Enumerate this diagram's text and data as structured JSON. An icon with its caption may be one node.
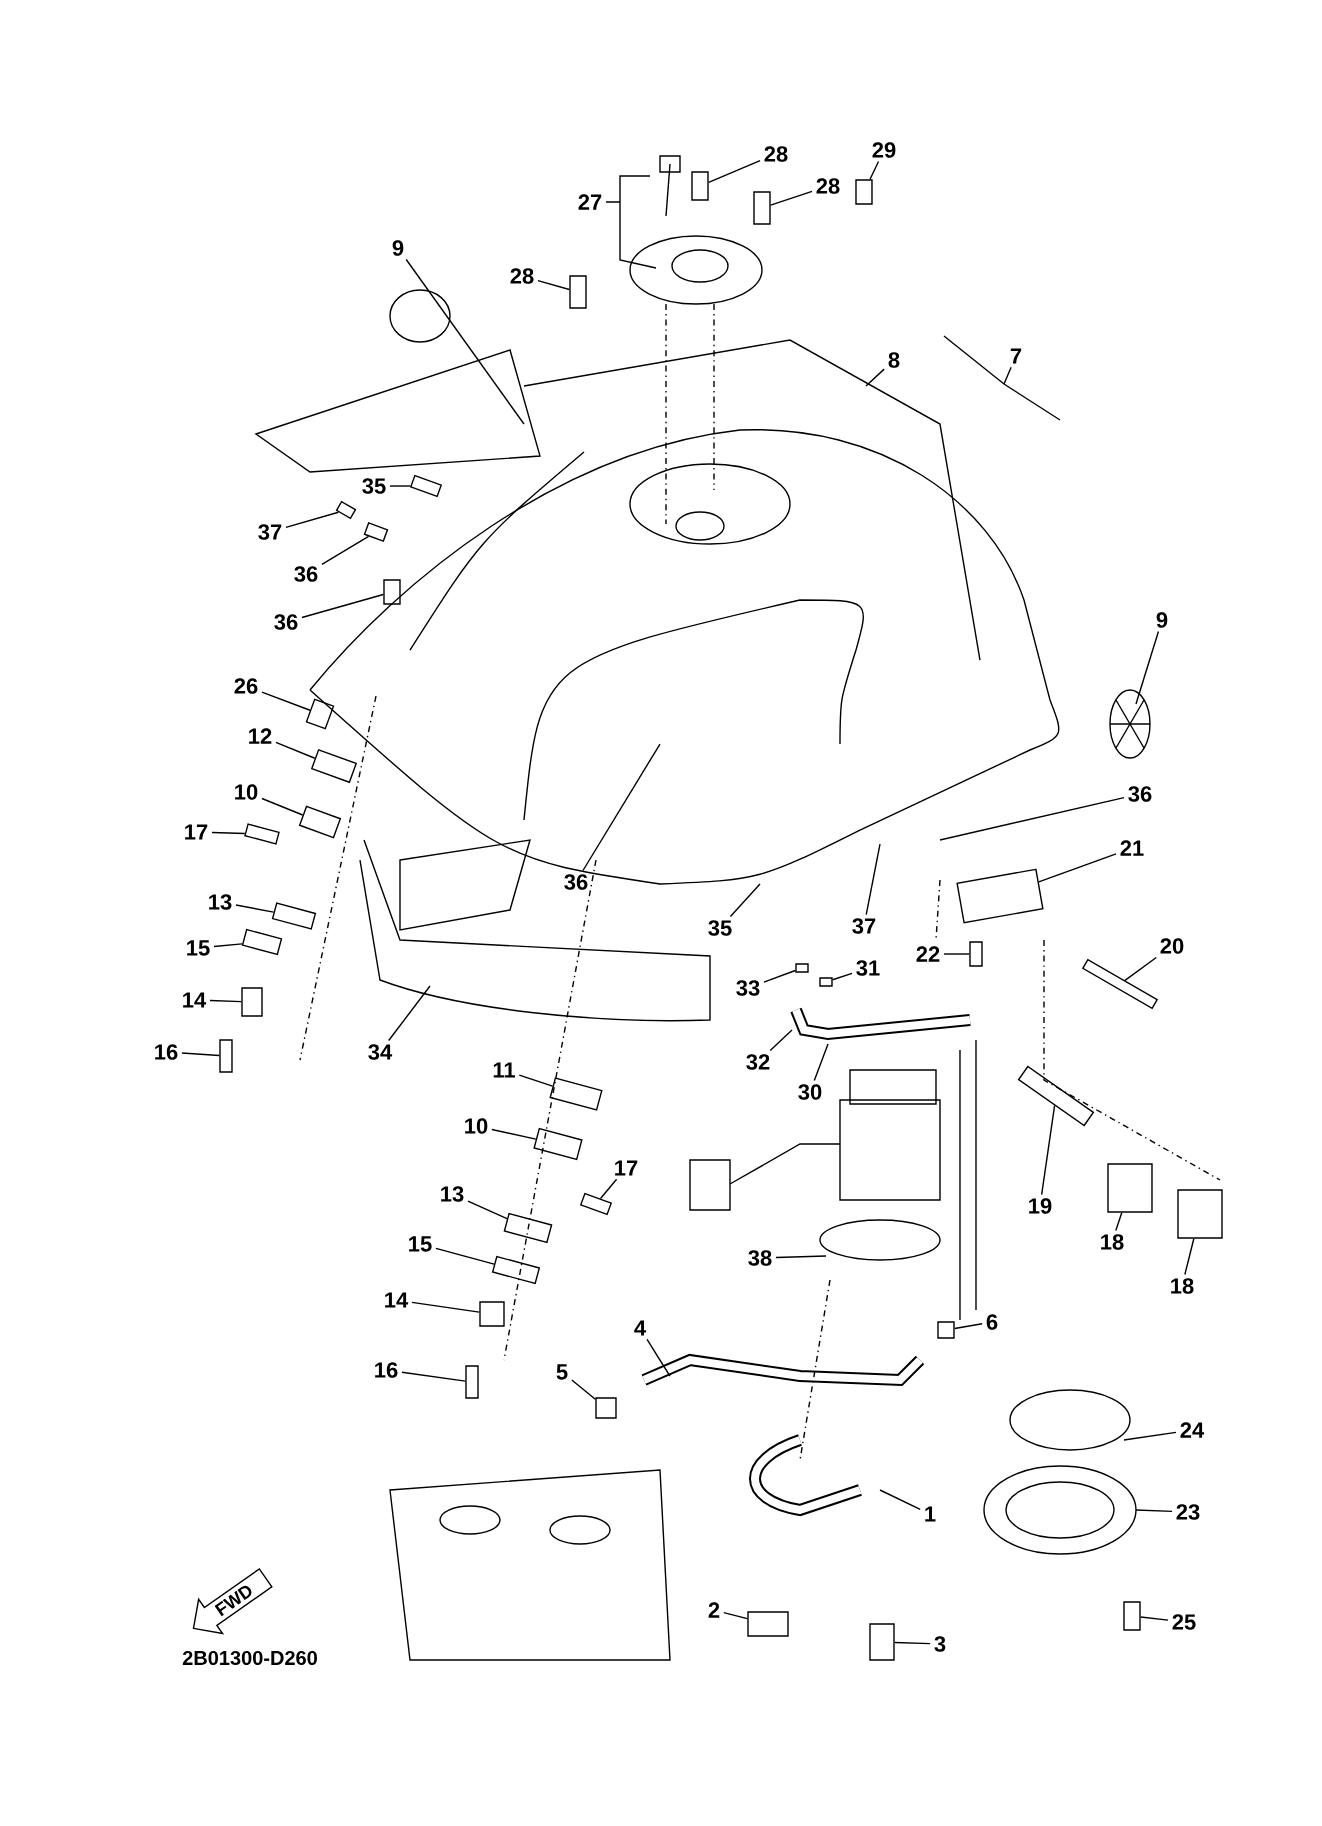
{
  "diagram": {
    "nodes": [
      {
        "text": [
          "9"
        ]
      },
      {
        "text": [
          "28"
        ]
      },
      {
        "text": [
          "29"
        ]
      },
      {
        "text": [
          "28"
        ]
      },
      {
        "text": [
          "27"
        ]
      },
      {
        "text": [
          "28"
        ]
      },
      {
        "text": [
          "8"
        ]
      },
      {
        "text": [
          "7"
        ]
      },
      {
        "text": [
          "35"
        ]
      },
      {
        "text": [
          "37"
        ]
      },
      {
        "text": [
          "36"
        ]
      },
      {
        "text": [
          "36"
        ]
      },
      {
        "text": [
          "9"
        ]
      },
      {
        "text": [
          "26"
        ]
      },
      {
        "text": [
          "12"
        ]
      },
      {
        "text": [
          "10"
        ]
      },
      {
        "text": [
          "17"
        ]
      },
      {
        "text": [
          "36"
        ]
      },
      {
        "text": [
          "21"
        ]
      },
      {
        "text": [
          "36"
        ]
      },
      {
        "text": [
          "35"
        ]
      },
      {
        "text": [
          "37"
        ]
      },
      {
        "text": [
          "13"
        ]
      },
      {
        "text": [
          "15"
        ]
      },
      {
        "text": [
          "22"
        ]
      },
      {
        "text": [
          "20"
        ]
      },
      {
        "text": [
          "14"
        ]
      },
      {
        "text": [
          "33"
        ]
      },
      {
        "text": [
          "31"
        ]
      },
      {
        "text": [
          "34"
        ]
      },
      {
        "text": [
          "16"
        ]
      },
      {
        "text": [
          "32"
        ]
      },
      {
        "text": [
          "30"
        ]
      },
      {
        "text": [
          "11"
        ]
      },
      {
        "text": [
          "19"
        ]
      },
      {
        "text": [
          "10"
        ]
      },
      {
        "text": [
          "17"
        ]
      },
      {
        "text": [
          "13"
        ]
      },
      {
        "text": [
          "15"
        ]
      },
      {
        "text": [
          "18"
        ]
      },
      {
        "text": [
          "18"
        ]
      },
      {
        "text": [
          "38"
        ]
      },
      {
        "text": [
          "14"
        ]
      },
      {
        "text": [
          "6"
        ]
      },
      {
        "text": [
          "4"
        ]
      },
      {
        "text": [
          "16"
        ]
      },
      {
        "text": [
          "5"
        ]
      },
      {
        "text": [
          "24"
        ]
      },
      {
        "text": [
          "1"
        ]
      },
      {
        "text": [
          "23"
        ]
      },
      {
        "text": [
          "2"
        ]
      },
      {
        "text": [
          "3"
        ]
      },
      {
        "text": [
          "25"
        ]
      },
      {
        "text": [
          "FWD"
        ]
      },
      {
        "text": [],
        "shape": "box"
      },
      {
        "text": [],
        "shape": "box"
      },
      {
        "text": [],
        "shape": "box"
      },
      {
        "text": [],
        "shape": "box"
      },
      {
        "text": [],
        "shape": "box"
      },
      {
        "text": [],
        "shape": "box"
      },
      {
        "text": [],
        "shape": "box"
      },
      {
        "text": [],
        "shape": "box"
      },
      {
        "text": [],
        "shape": "box"
      },
      {
        "text": [],
        "shape": "box"
      },
      {
        "text": [],
        "shape": "box"
      },
      {
        "text": [],
        "shape": "box"
      },
      {
        "text": [],
        "shape": "box"
      },
      {
        "text": [],
        "shape": "box"
      },
      {
        "text": [],
        "shape": "box"
      },
      {
        "text": [],
        "shape": "box"
      },
      {
        "text": [],
        "shape": "box"
      },
      {
        "text": [],
        "shape": "box"
      },
      {
        "text": [],
        "shape": "box"
      },
      {
        "text": [],
        "shape": "box"
      },
      {
        "text": [],
        "shape": "box"
      },
      {
        "text": [],
        "shape": "box"
      },
      {
        "text": [],
        "shape": "box"
      },
      {
        "text": [],
        "shape": "box"
      },
      {
        "text": [],
        "shape": "box"
      },
      {
        "text": [],
        "shape": "box"
      },
      {
        "text": [],
        "shape": "box"
      },
      {
        "text": [],
        "shape": "box"
      },
      {
        "text": [],
        "shape": "box"
      },
      {
        "text": [],
        "shape": "box"
      },
      {
        "text": [],
        "shape": "box"
      },
      {
        "text": [],
        "shape": "box"
      },
      {
        "text": [],
        "shape": "box"
      },
      {
        "text": [],
        "shape": "box"
      },
      {
        "text": [],
        "shape": "box"
      },
      {
        "text": [],
        "shape": "box"
      }
    ],
    "edges": [
      {
        "from": 0,
        "to": null,
        "arrow": "none"
      },
      {
        "from": 1,
        "to": 54,
        "arrow": "none"
      },
      {
        "from": 2,
        "to": 55,
        "arrow": "none"
      },
      {
        "from": 3,
        "to": 56,
        "arrow": "none"
      },
      {
        "from": 4,
        "to": null,
        "arrow": "none"
      },
      {
        "from": 5,
        "to": 57,
        "arrow": "none"
      },
      {
        "from": 6,
        "to": null,
        "arrow": "none"
      },
      {
        "from": 7,
        "to": null,
        "arrow": "none"
      },
      {
        "from": 8,
        "to": 58,
        "arrow": "none"
      },
      {
        "from": 9,
        "to": 59,
        "arrow": "none"
      },
      {
        "from": 10,
        "to": 60,
        "arrow": "none"
      },
      {
        "from": 11,
        "to": 61,
        "arrow": "none"
      },
      {
        "from": 12,
        "to": null,
        "arrow": "none"
      },
      {
        "from": 13,
        "to": 62,
        "arrow": "none"
      },
      {
        "from": 14,
        "to": 63,
        "arrow": "none"
      },
      {
        "from": 15,
        "to": 64,
        "arrow": "none"
      },
      {
        "from": 16,
        "to": 65,
        "arrow": "none"
      },
      {
        "from": 17,
        "to": null,
        "arrow": "none"
      },
      {
        "from": 18,
        "to": 66,
        "arrow": "none"
      },
      {
        "from": 19,
        "to": null,
        "arrow": "none"
      },
      {
        "from": 20,
        "to": null,
        "arrow": "none"
      },
      {
        "from": 21,
        "to": null,
        "arrow": "none"
      },
      {
        "from": 22,
        "to": 67,
        "arrow": "none"
      },
      {
        "from": 23,
        "to": 68,
        "arrow": "none"
      },
      {
        "from": 24,
        "to": 69,
        "arrow": "none"
      },
      {
        "from": 25,
        "to": 70,
        "arrow": "none"
      },
      {
        "from": 26,
        "to": 71,
        "arrow": "none"
      },
      {
        "from": 27,
        "to": 72,
        "arrow": "none"
      },
      {
        "from": 28,
        "to": 73,
        "arrow": "none"
      },
      {
        "from": 29,
        "to": null,
        "arrow": "none"
      },
      {
        "from": 30,
        "to": 74,
        "arrow": "none"
      },
      {
        "from": 31,
        "to": null,
        "arrow": "none"
      },
      {
        "from": 32,
        "to": null,
        "arrow": "none"
      },
      {
        "from": 33,
        "to": 75,
        "arrow": "none"
      },
      {
        "from": 34,
        "to": 76,
        "arrow": "none"
      },
      {
        "from": 35,
        "to": 77,
        "arrow": "none"
      },
      {
        "from": 36,
        "to": 78,
        "arrow": "none"
      },
      {
        "from": 37,
        "to": 79,
        "arrow": "none"
      },
      {
        "from": 38,
        "to": 80,
        "arrow": "none"
      },
      {
        "from": 39,
        "to": 81,
        "arrow": "none"
      },
      {
        "from": 40,
        "to": 82,
        "arrow": "none"
      },
      {
        "from": 41,
        "to": null,
        "arrow": "none"
      },
      {
        "from": 42,
        "to": 83,
        "arrow": "none"
      },
      {
        "from": 43,
        "to": 84,
        "arrow": "none"
      },
      {
        "from": 44,
        "to": null,
        "arrow": "none"
      },
      {
        "from": 45,
        "to": 85,
        "arrow": "none"
      },
      {
        "from": 46,
        "to": 86,
        "arrow": "none"
      },
      {
        "from": 47,
        "to": null,
        "arrow": "none"
      },
      {
        "from": 48,
        "to": null,
        "arrow": "none"
      },
      {
        "from": 49,
        "to": null,
        "arrow": "none"
      },
      {
        "from": 50,
        "to": 87,
        "arrow": "none"
      },
      {
        "from": 51,
        "to": 88,
        "arrow": "none"
      },
      {
        "from": 52,
        "to": 89,
        "arrow": "none"
      }
    ],
    "labels": [
      "2B01300-D260"
    ]
  }
}
